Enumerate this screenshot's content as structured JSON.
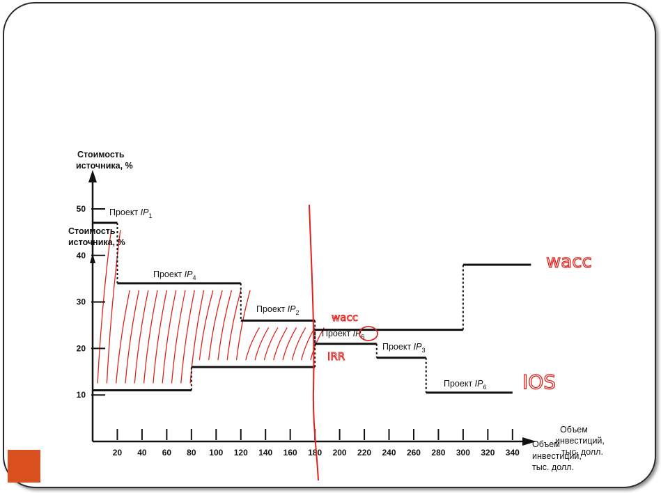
{
  "slide": {
    "accent_color": "#d9501e"
  },
  "chart_data": {
    "type": "line",
    "step": true,
    "ylabel": "Стоимость источника, %",
    "ylabel_duplicate": "Стоимость источника, %",
    "xlabel": "Объем инвестиций, тыс. долл.",
    "xlabel_duplicate": "Объем инвестиций, тыс. долл.",
    "xlim": [
      0,
      350
    ],
    "ylim": [
      0,
      55
    ],
    "x_ticks": [
      20,
      40,
      60,
      80,
      100,
      120,
      140,
      160,
      180,
      200,
      220,
      240,
      260,
      280,
      300,
      320,
      340
    ],
    "y_ticks": [
      10,
      20,
      30,
      40,
      50
    ],
    "projects": [
      {
        "label": "Проект IP",
        "sub": "1",
        "x_start": 0,
        "x_end": 20,
        "irr": 47
      },
      {
        "label": "Проект IP",
        "sub": "4",
        "x_start": 20,
        "x_end": 120,
        "irr": 34
      },
      {
        "label": "Проект IP",
        "sub": "2",
        "x_start": 120,
        "x_end": 180,
        "irr": 26
      },
      {
        "label": "Проект IP",
        "sub": "5",
        "x_start": 180,
        "x_end": 230,
        "irr": 21
      },
      {
        "label": "Проект IP",
        "sub": "3",
        "x_start": 230,
        "x_end": 270,
        "irr": 18
      },
      {
        "label": "Проект IP",
        "sub": "6",
        "x_start": 270,
        "x_end": 340,
        "irr": 10.5
      }
    ],
    "series": [
      {
        "name": "IOS",
        "points": [
          [
            0,
            47
          ],
          [
            20,
            47
          ],
          [
            20,
            34
          ],
          [
            120,
            34
          ],
          [
            120,
            26
          ],
          [
            180,
            26
          ],
          [
            180,
            21
          ],
          [
            230,
            21
          ],
          [
            230,
            18
          ],
          [
            270,
            18
          ],
          [
            270,
            10.5
          ],
          [
            340,
            10.5
          ]
        ]
      },
      {
        "name": "WACC",
        "points": [
          [
            0,
            11
          ],
          [
            80,
            11
          ],
          [
            80,
            16
          ],
          [
            180,
            16
          ],
          [
            180,
            24
          ],
          [
            300,
            24
          ],
          [
            300,
            38
          ],
          [
            355,
            38
          ]
        ]
      }
    ],
    "annotations": {
      "handwritten_labels": [
        "WACC",
        "wacc",
        "IRR",
        "IOS"
      ],
      "cut_off_x": 180,
      "shaded_region": "between IOS and WACC, x 0–180"
    }
  }
}
